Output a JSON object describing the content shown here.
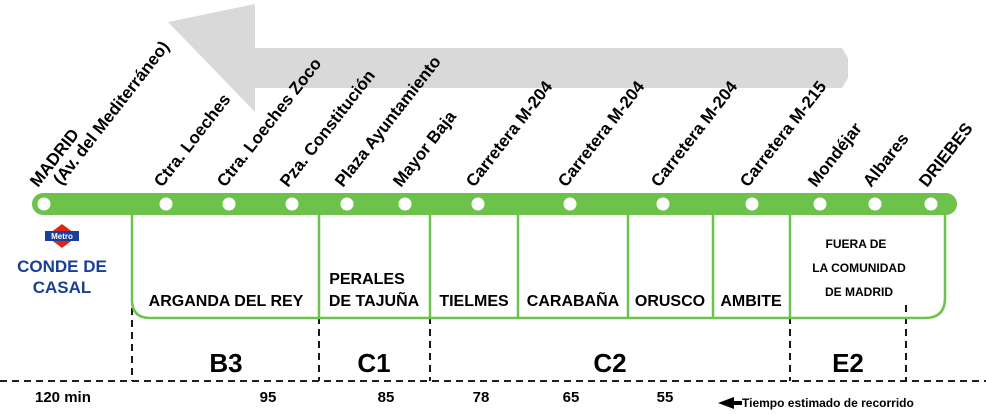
{
  "stops": [
    {
      "lines": [
        "MADRID",
        "(Av. del Mediterráneo)"
      ]
    },
    {
      "lines": [
        "Ctra. Loeches"
      ]
    },
    {
      "lines": [
        "Ctra. Loeches Zoco"
      ]
    },
    {
      "lines": [
        "Pza. Constitución"
      ]
    },
    {
      "lines": [
        "Plaza Ayuntamiento"
      ]
    },
    {
      "lines": [
        "Mayor Baja"
      ]
    },
    {
      "lines": [
        "Carretera M-204"
      ]
    },
    {
      "lines": [
        "Carretera M-204"
      ]
    },
    {
      "lines": [
        "Carretera M-204"
      ]
    },
    {
      "lines": [
        "Carretera M-215"
      ]
    },
    {
      "lines": [
        "Mondéjar"
      ]
    },
    {
      "lines": [
        "Albares"
      ]
    },
    {
      "lines": [
        "DRIEBES"
      ]
    }
  ],
  "metro": {
    "badge": "Metro",
    "station_line1": "CONDE DE",
    "station_line2": "CASAL"
  },
  "towns": [
    {
      "lines": [
        "ARGANDA DEL REY"
      ]
    },
    {
      "lines": [
        "PERALES",
        "DE TAJUÑA"
      ]
    },
    {
      "lines": [
        "TIELMES"
      ]
    },
    {
      "lines": [
        "CARABAÑA"
      ]
    },
    {
      "lines": [
        "ORUSCO"
      ]
    },
    {
      "lines": [
        "AMBITE"
      ]
    },
    {
      "lines": [
        "FUERA DE",
        "LA COMUNIDAD",
        "DE MADRID"
      ]
    }
  ],
  "zones": [
    "B3",
    "C1",
    "C2",
    "E2"
  ],
  "times": [
    "120 min",
    "95",
    "85",
    "78",
    "65",
    "55"
  ],
  "legend": {
    "travel_time": "Tiempo estimado de recorrido"
  },
  "colors": {
    "line": "#6cc24a",
    "arrow": "#d9d9d9",
    "metro_red": "#e2231a",
    "metro_blue": "#1a3f97",
    "text": "#000000"
  }
}
